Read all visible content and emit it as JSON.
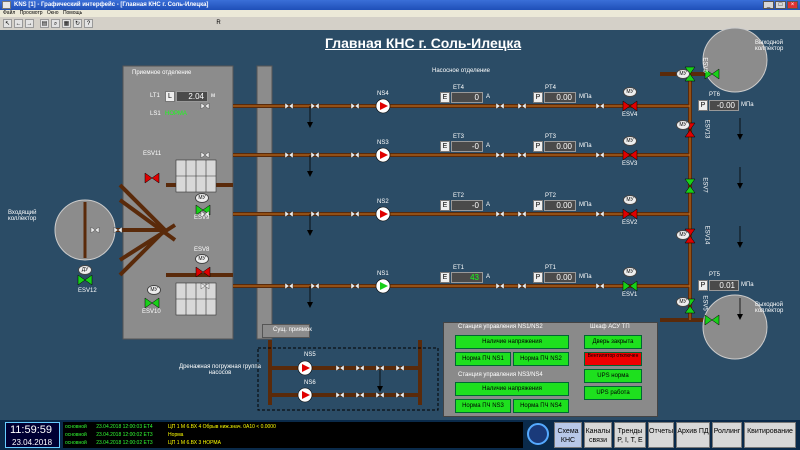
{
  "window": {
    "title": "KNS [1] - Графический интерфейс - [Главная КНС г. Соль-Илецка]",
    "menu": [
      "Файл",
      "Просмотр",
      "Окно",
      "Помощь"
    ],
    "toolbar_label": "R"
  },
  "main_title": "Главная КНС г. Соль-Илецка",
  "labels": {
    "receiving": "Приемное отделение",
    "pump_dept": "Насосное отделение",
    "inlet_collector": "Входящий коллектор",
    "outlet_collector_top": "Выходной коллектор",
    "outlet_collector_bottom": "Выходной коллектор",
    "drain_group": "Дренажная погружная группа насосов",
    "dry_chamber": "Сущ. приямок",
    "mu": "МУ",
    "du": "ДУ",
    "unit_mpa": "МПа",
    "unit_a": "А",
    "unit_m": "м"
  },
  "level": {
    "tag": "LT1",
    "letter": "L",
    "value": "2.04",
    "ls_tag": "LS1",
    "ls_state": "НОРМА"
  },
  "pumps": [
    {
      "name": "NS4",
      "et": "ET4",
      "et_letter": "E",
      "current": "0",
      "pt": "PT4",
      "pt_letter": "P",
      "pressure": "0.00",
      "valve": "ESV4",
      "running": false
    },
    {
      "name": "NS3",
      "et": "ET3",
      "et_letter": "E",
      "current": "-0",
      "pt": "PT3",
      "pt_letter": "P",
      "pressure": "0.00",
      "valve": "ESV3",
      "running": false
    },
    {
      "name": "NS2",
      "et": "ET2",
      "et_letter": "E",
      "current": "-0",
      "pt": "PT2",
      "pt_letter": "P",
      "pressure": "0.00",
      "valve": "ESV2",
      "running": false
    },
    {
      "name": "NS1",
      "et": "ET1",
      "et_letter": "E",
      "current": "43",
      "pt": "PT1",
      "pt_letter": "P",
      "pressure": "0.00",
      "valve": "ESV1",
      "running": true
    }
  ],
  "drain_pumps": [
    "NS5",
    "NS6"
  ],
  "outlet_sensors": [
    {
      "tag": "PT6",
      "letter": "P",
      "value": "-0.00"
    },
    {
      "tag": "PT5",
      "letter": "P",
      "value": "0.01"
    }
  ],
  "valves": {
    "esv11": "ESV11",
    "esv9": "ESV9",
    "esv8": "ESV8",
    "esv10": "ESV10",
    "esv12": "ESV12",
    "esv6": "ESV6",
    "esv13": "ESV13",
    "esv7": "ESV7",
    "esv14": "ESV14",
    "esv5": "ESV5"
  },
  "station12": {
    "title": "Станция управления NS1/NS2",
    "power": "Наличие напряжения",
    "ns1": "Норма ПЧ NS1",
    "ns2": "Норма ПЧ NS2"
  },
  "station34": {
    "title": "Станция управления NS3/NS4",
    "power": "Наличие напряжения",
    "ns3": "Норма ПЧ NS3",
    "ns4": "Норма ПЧ NS4"
  },
  "asu": {
    "title": "Шкаф АСУ ТП",
    "door": "Дверь закрыта",
    "fan": "Вентилятор отключен",
    "ups_norm": "UPS норма",
    "ups_work": "UPS работа"
  },
  "status": {
    "time": "11:59:59",
    "date": "23.04.2018",
    "events": [
      {
        "type": "основной",
        "time": "23.04.2018 12:00:03 ET4",
        "msg": "ЦП 1   М 6.ВХ 4 Обрыв  ниж.знач. 0А10 < 0.0000"
      },
      {
        "type": "основной",
        "time": "23.04.2018 12:00:02 ET3",
        "msg": "Норма"
      },
      {
        "type": "основной",
        "time": "23.04.2018 12:00:02 ET3",
        "msg": "ЦП 1   М 6.ВХ 3 НОРМА"
      }
    ]
  },
  "nav": [
    {
      "label": "Схема КНС"
    },
    {
      "label": "Каналы связи"
    },
    {
      "label": "Тренды P, I, T, E"
    },
    {
      "label": "Отчеты"
    },
    {
      "label": "Архив ПД"
    },
    {
      "label": "Роллинг"
    },
    {
      "label": "Квитирование"
    }
  ],
  "colors": {
    "background": "#2b4c66",
    "pipe": "#5a2a0a",
    "valve_open": "#18d018",
    "valve_closed": "#e00000",
    "button_green": "#1ee01e"
  }
}
